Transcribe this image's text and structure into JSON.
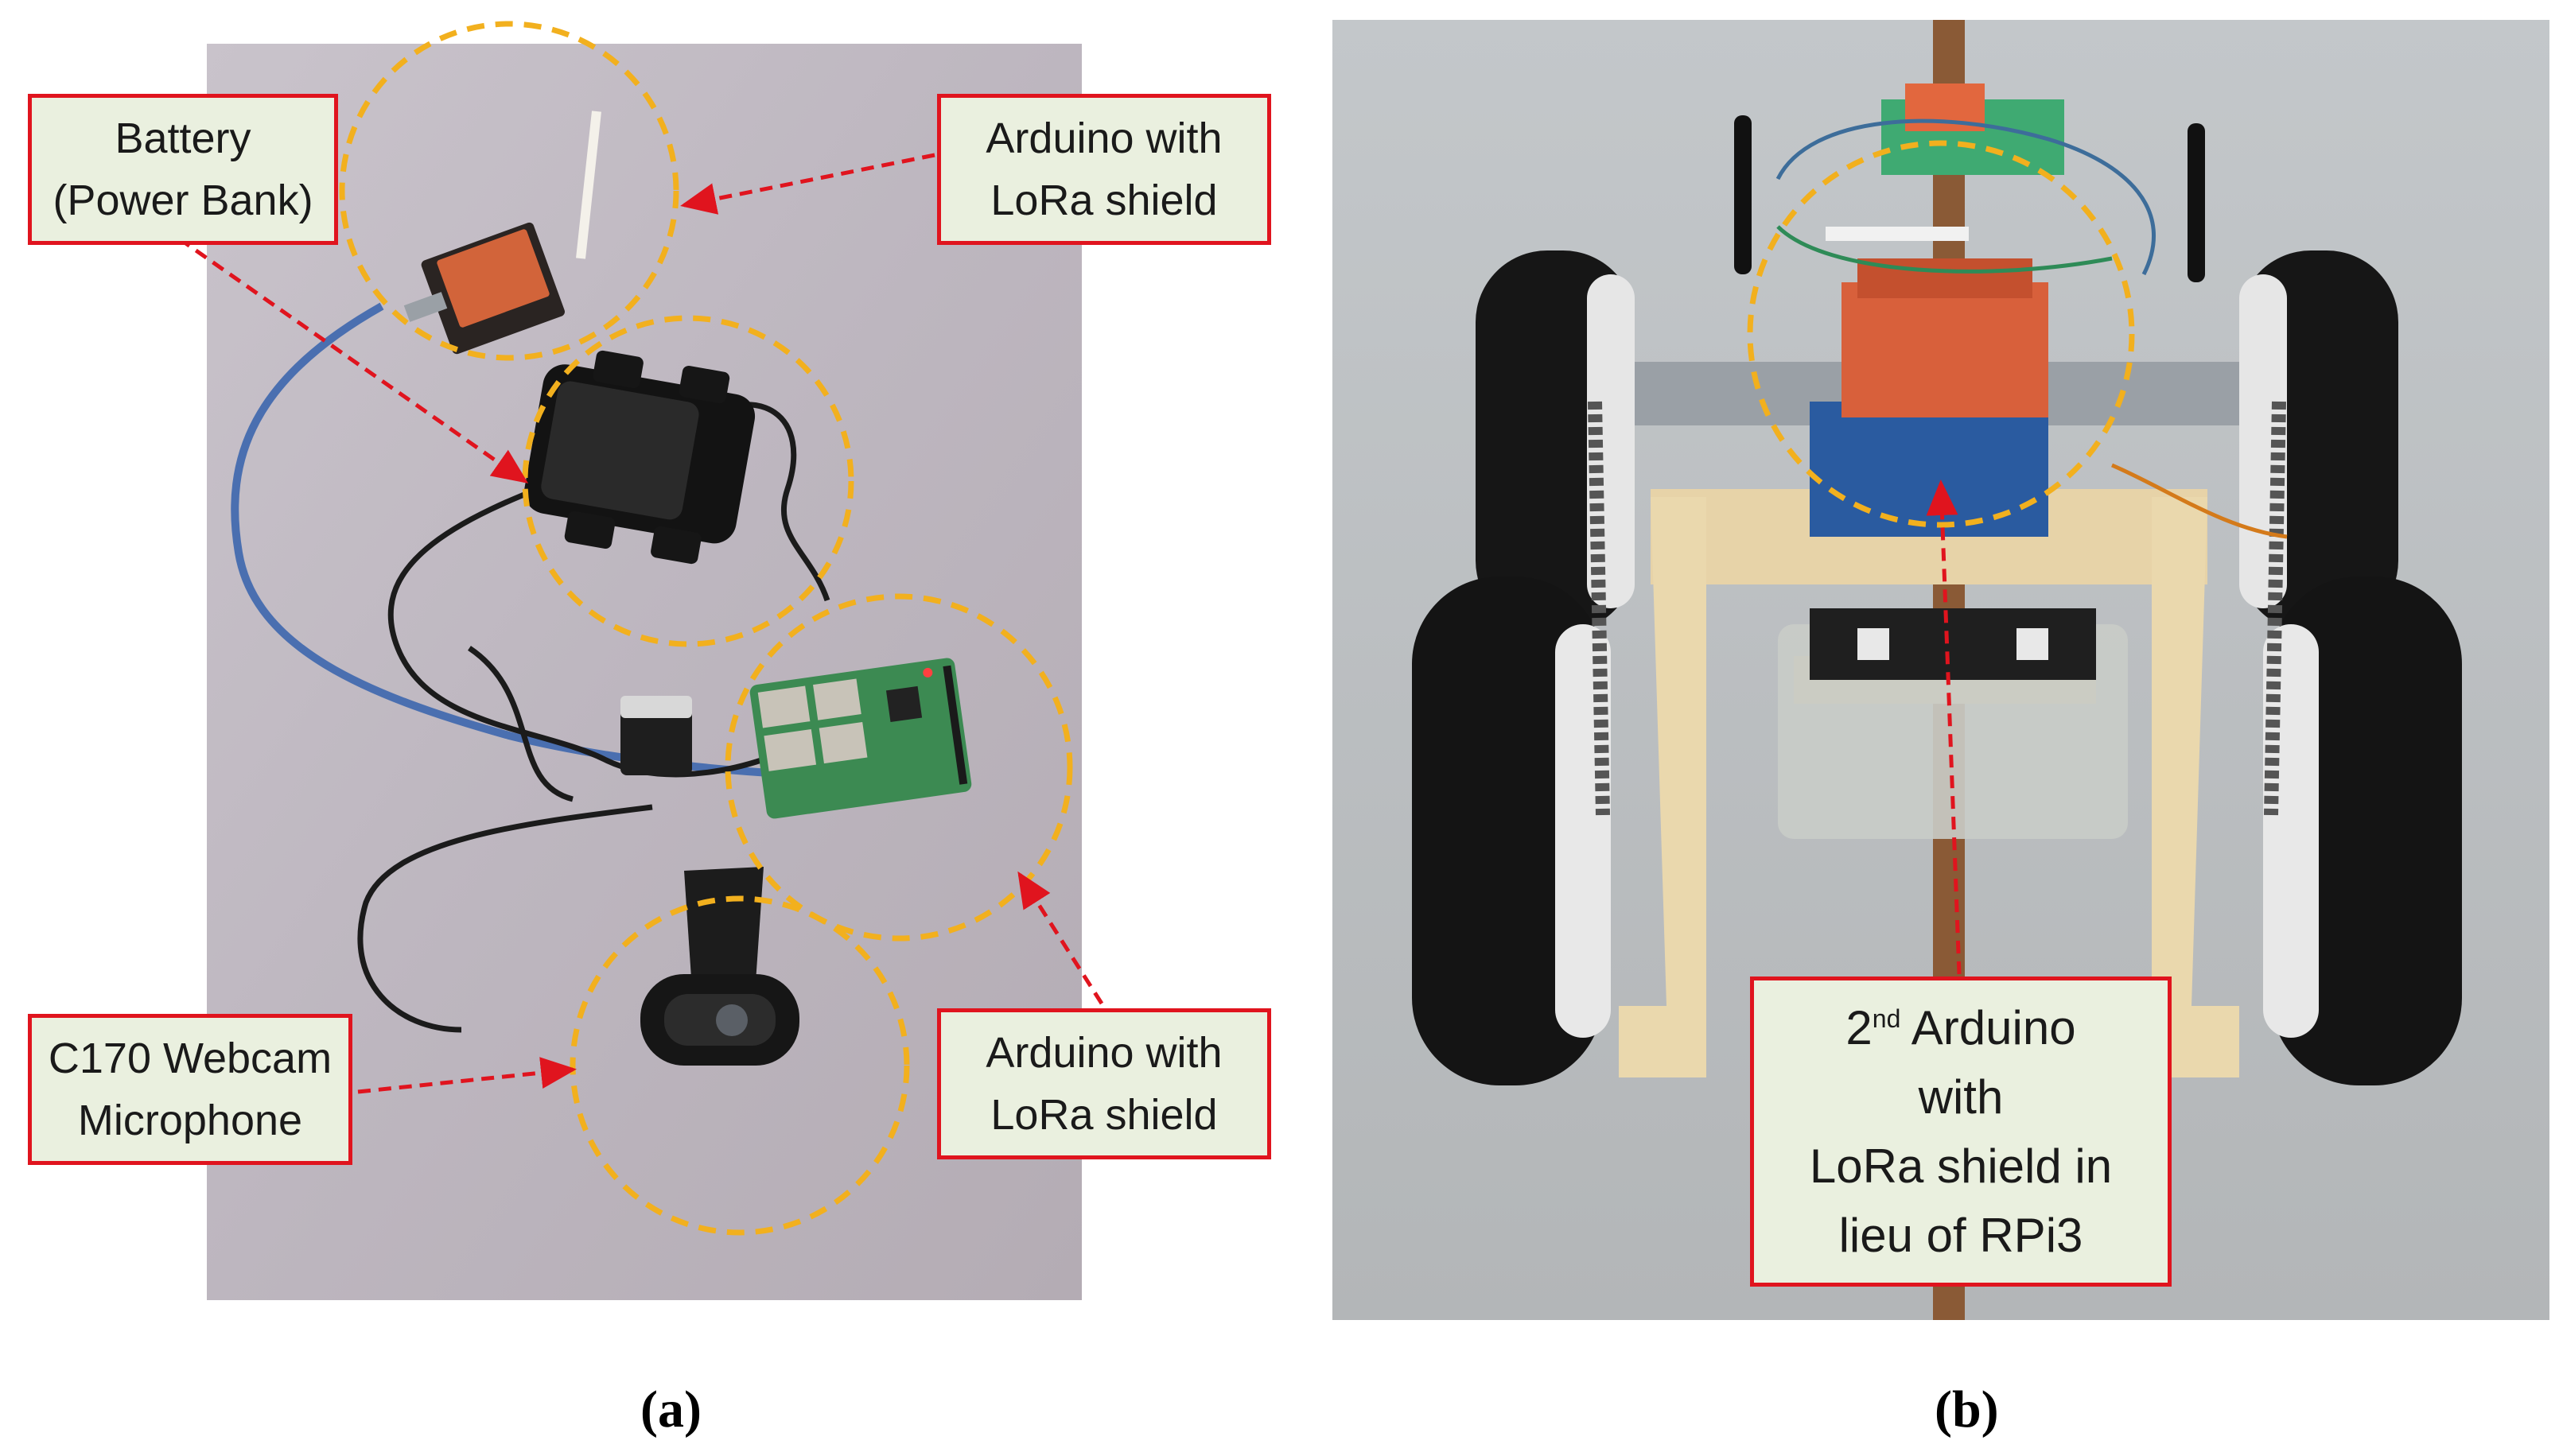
{
  "colors": {
    "callout_border": "#e0141e",
    "callout_fill": "#eaf0df",
    "circle": "#f2b01e",
    "arrow": "#e0141e"
  },
  "panel_a": {
    "caption": "(a)",
    "callouts": {
      "battery": "Battery\n(Power Bank)",
      "arduino_top": "Arduino with\nLoRa shield",
      "webcam": "C170 Webcam\nMicrophone",
      "arduino_bottom": "Arduino with\nLoRa shield"
    }
  },
  "panel_b": {
    "caption": "(b)",
    "callout": {
      "ordinal_number": "2",
      "ordinal_suffix": "nd",
      "line1_rest": " Arduino",
      "rest": "with\nLoRa shield in\nlieu of RPi3"
    }
  }
}
